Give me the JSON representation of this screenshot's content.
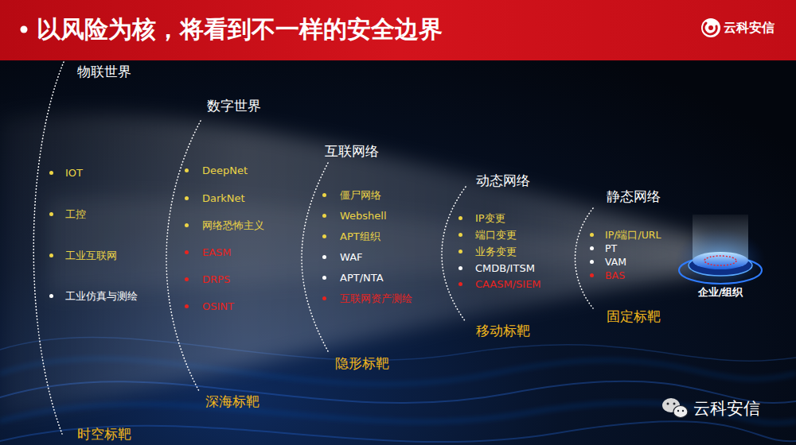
{
  "diagram": {
    "title": "以风险为核，将看到不一样的安全边界",
    "nodes": [
      {
        "text": [
          "物联世界",
          "IOT",
          "工控",
          "工业互联网",
          "工业仿真与测绘",
          "时空标靶"
        ]
      },
      {
        "text": [
          "数字世界",
          "DeepNet",
          "DarkNet",
          "网络恐怖主义",
          "EASM",
          "DRPS",
          "OSINT",
          "深海标靶"
        ]
      },
      {
        "text": [
          "互联网络",
          "僵尸网络",
          "Webshell",
          "APT组织",
          "WAF",
          "APT/NTA",
          "互联网资产测绘",
          "隐形标靶"
        ]
      },
      {
        "text": [
          "动态网络",
          "IP变更",
          "端口变更",
          "业务变更",
          "CMDB/ITSM",
          "CAASM/SIEM",
          "移动标靶"
        ]
      },
      {
        "text": [
          "静态网络",
          "IP/端口/URL",
          "PT",
          "VAM",
          "BAS",
          "固定标靶"
        ]
      },
      {
        "text": [
          "企业/组织"
        ]
      }
    ],
    "labels": [
      "云科安信",
      "云科安信"
    ]
  }
}
